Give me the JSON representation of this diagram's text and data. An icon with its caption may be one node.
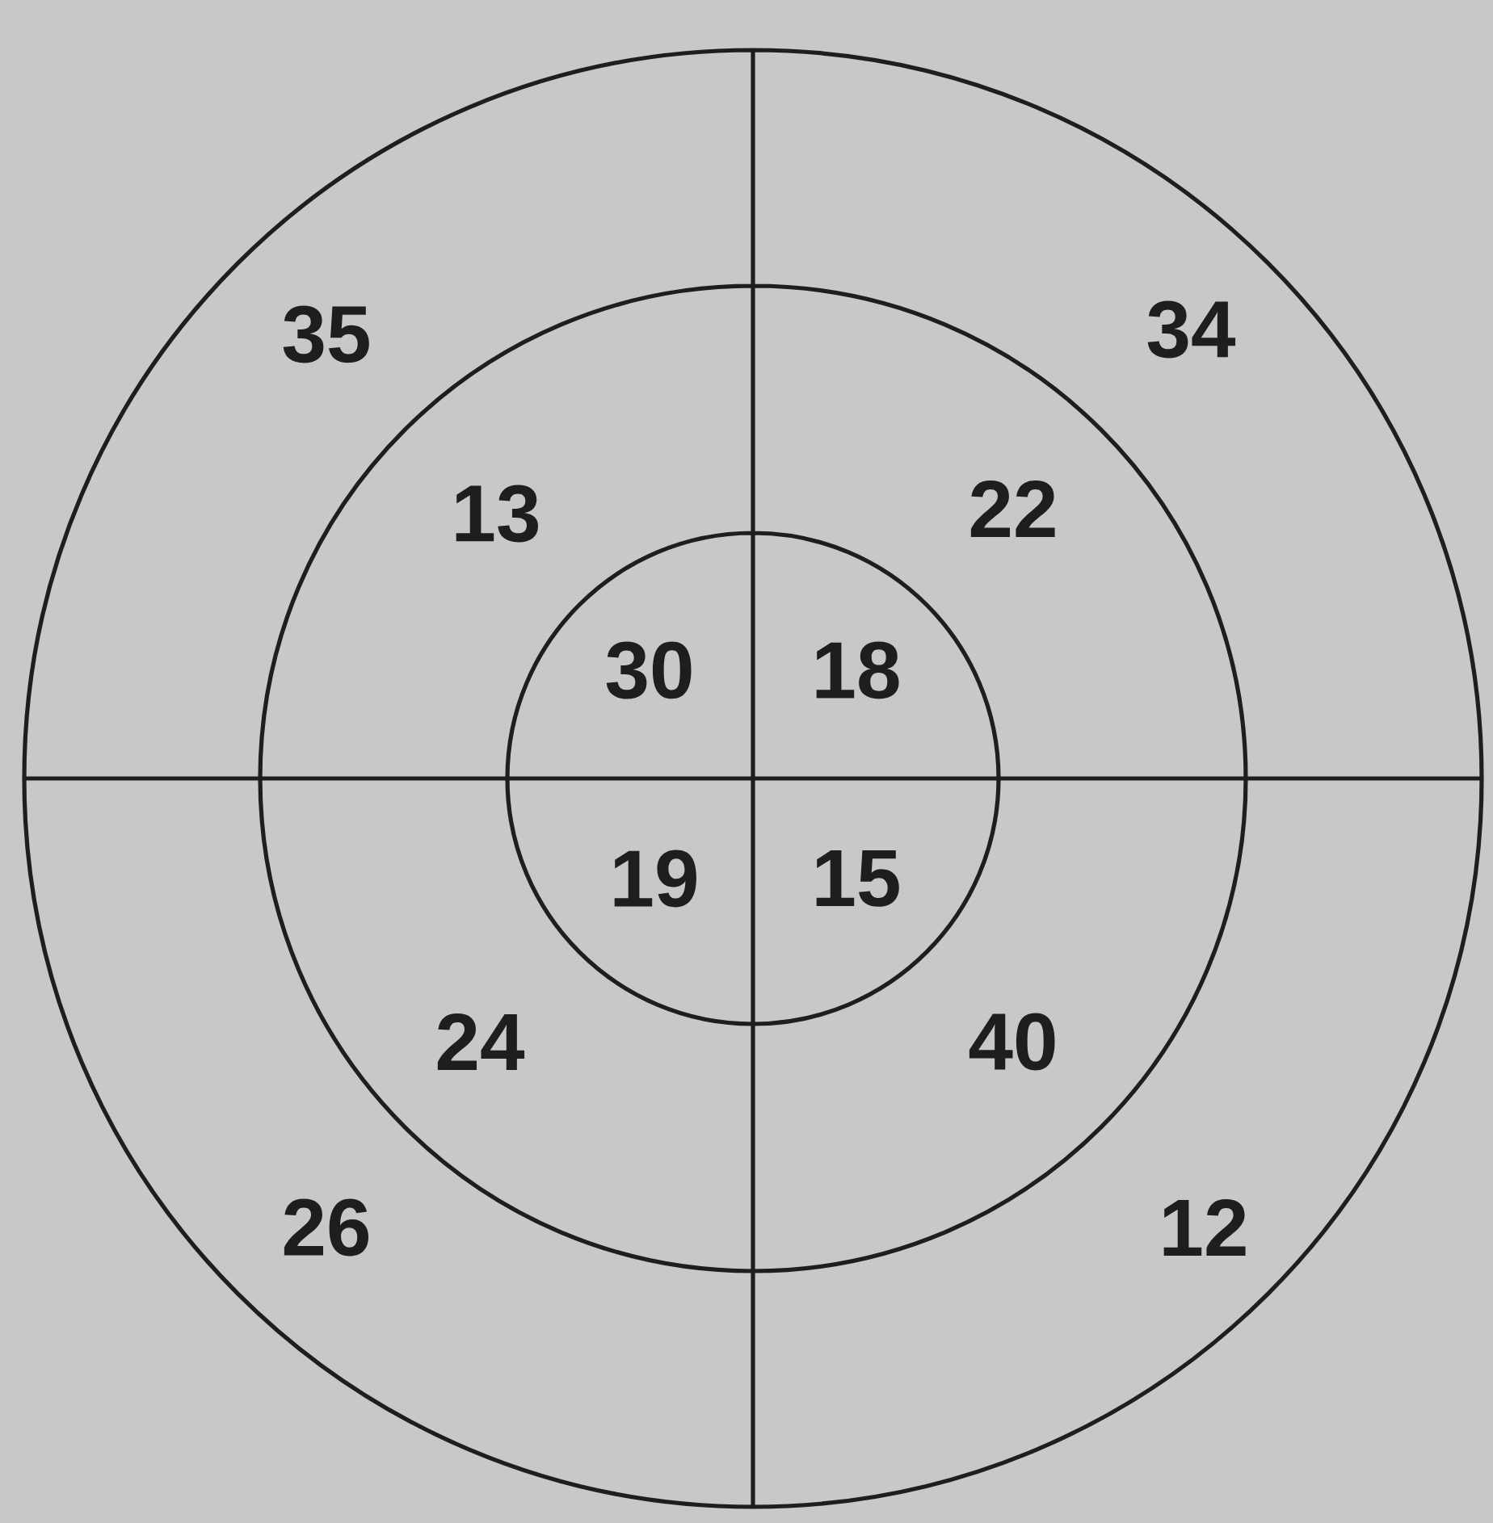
{
  "diagram": {
    "labels": [
      "35",
      "34",
      "13",
      "22",
      "30",
      "18",
      "19",
      "15",
      "24",
      "40",
      "26",
      "12"
    ]
  }
}
